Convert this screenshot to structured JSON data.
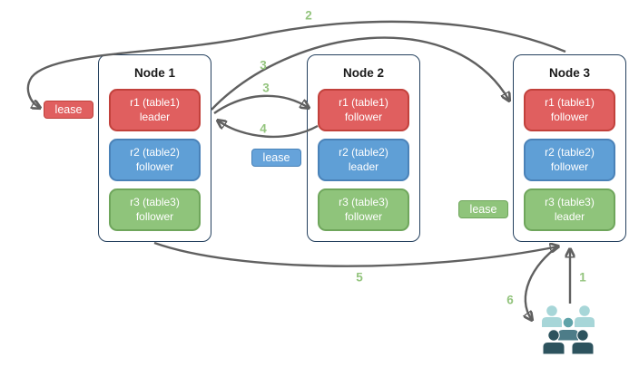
{
  "diagram": {
    "nodes": [
      {
        "title": "Node 1",
        "replicas": [
          {
            "label": "r1 (table1)",
            "role": "leader",
            "color_name": "red"
          },
          {
            "label": "r2 (table2)",
            "role": "follower",
            "color_name": "blue"
          },
          {
            "label": "r3 (table3)",
            "role": "follower",
            "color_name": "green"
          }
        ]
      },
      {
        "title": "Node 2",
        "replicas": [
          {
            "label": "r1 (table1)",
            "role": "follower",
            "color_name": "red"
          },
          {
            "label": "r2 (table2)",
            "role": "leader",
            "color_name": "blue"
          },
          {
            "label": "r3 (table3)",
            "role": "follower",
            "color_name": "green"
          }
        ]
      },
      {
        "title": "Node 3",
        "replicas": [
          {
            "label": "r1 (table1)",
            "role": "follower",
            "color_name": "red"
          },
          {
            "label": "r2 (table2)",
            "role": "follower",
            "color_name": "blue"
          },
          {
            "label": "r3 (table3)",
            "role": "leader",
            "color_name": "green"
          }
        ]
      }
    ],
    "leases": [
      {
        "label": "lease",
        "color_name": "red"
      },
      {
        "label": "lease",
        "color_name": "blue"
      },
      {
        "label": "lease",
        "color_name": "green"
      }
    ],
    "flow_labels": [
      {
        "text": "1"
      },
      {
        "text": "2"
      },
      {
        "text": "3"
      },
      {
        "text": "3"
      },
      {
        "text": "4"
      },
      {
        "text": "5"
      },
      {
        "text": "6"
      }
    ],
    "icons": {
      "users": "users-group-icon"
    },
    "colors": {
      "replica_red_fill": "#e05f5f",
      "replica_red_border": "#c2413c",
      "replica_blue_fill": "#5f9fd6",
      "replica_blue_border": "#4a82b8",
      "replica_green_fill": "#8fc47b",
      "replica_green_border": "#6fa65c",
      "node_border": "#24405e",
      "arrow": "#606060",
      "flow_label": "#93c47d",
      "users_light_teal": "#a7d6d8",
      "users_medium_teal": "#5fa3a9",
      "users_slate_teal": "#4d7c88",
      "users_dark_teal": "#2d535e"
    }
  }
}
